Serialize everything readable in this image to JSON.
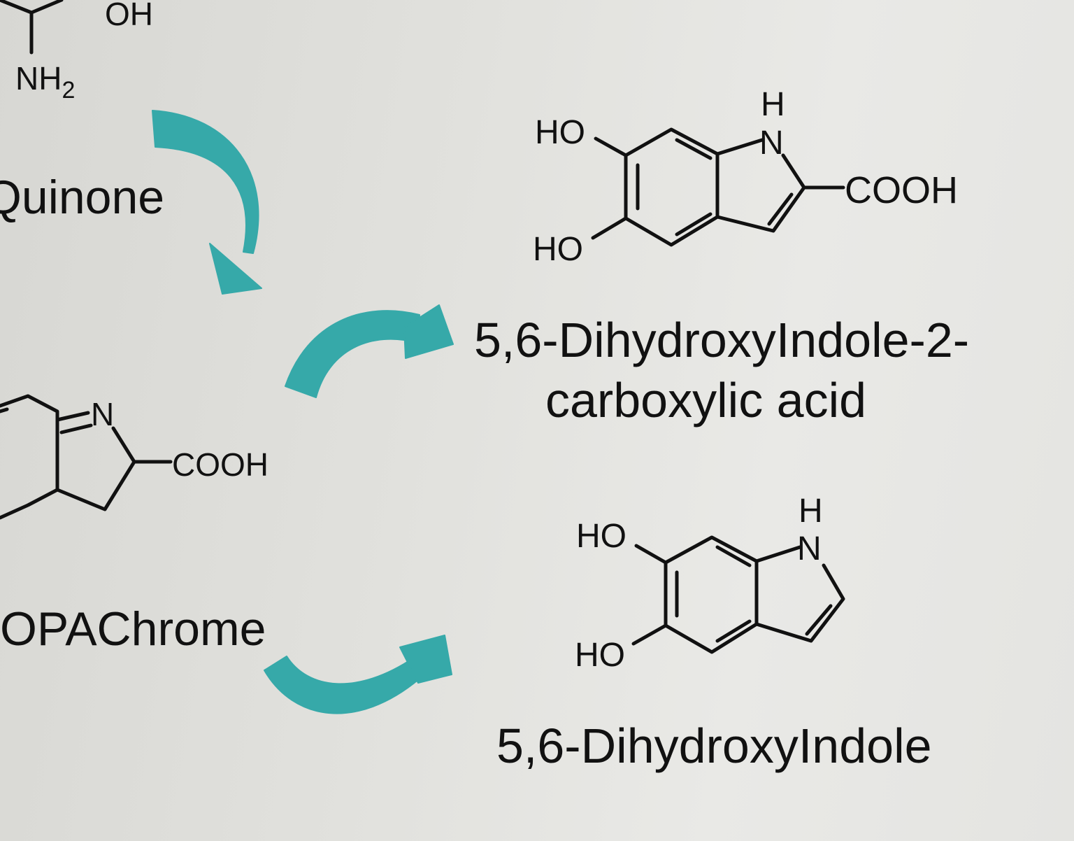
{
  "accent_color": "#36a9a9",
  "labels": {
    "quinone": "Quinone",
    "dopachrome": "OPAChrome",
    "dhica_line1": "5,6-DihydroxyIndole-2-",
    "dhica_line2": "carboxylic acid",
    "dhi": "5,6-DihydroxyIndole"
  },
  "atoms": {
    "top_oh": "OH",
    "top_nh2": "NH",
    "top_nh2_sub": "2",
    "dopachrome_n": "N",
    "dopachrome_cooh": "COOH",
    "dhica_ho_top": "HO",
    "dhica_ho_bottom": "HO",
    "dhica_n": "N",
    "dhica_h": "H",
    "dhica_cooh": "COOH",
    "dhi_ho_top": "HO",
    "dhi_ho_bottom": "HO",
    "dhi_n": "N",
    "dhi_h": "H"
  },
  "arrows": [
    {
      "name": "quinone-to-dopachrome-arrow",
      "direction": "down"
    },
    {
      "name": "dopachrome-to-dhica-arrow",
      "direction": "right"
    },
    {
      "name": "dopachrome-to-dhi-arrow",
      "direction": "right"
    }
  ]
}
